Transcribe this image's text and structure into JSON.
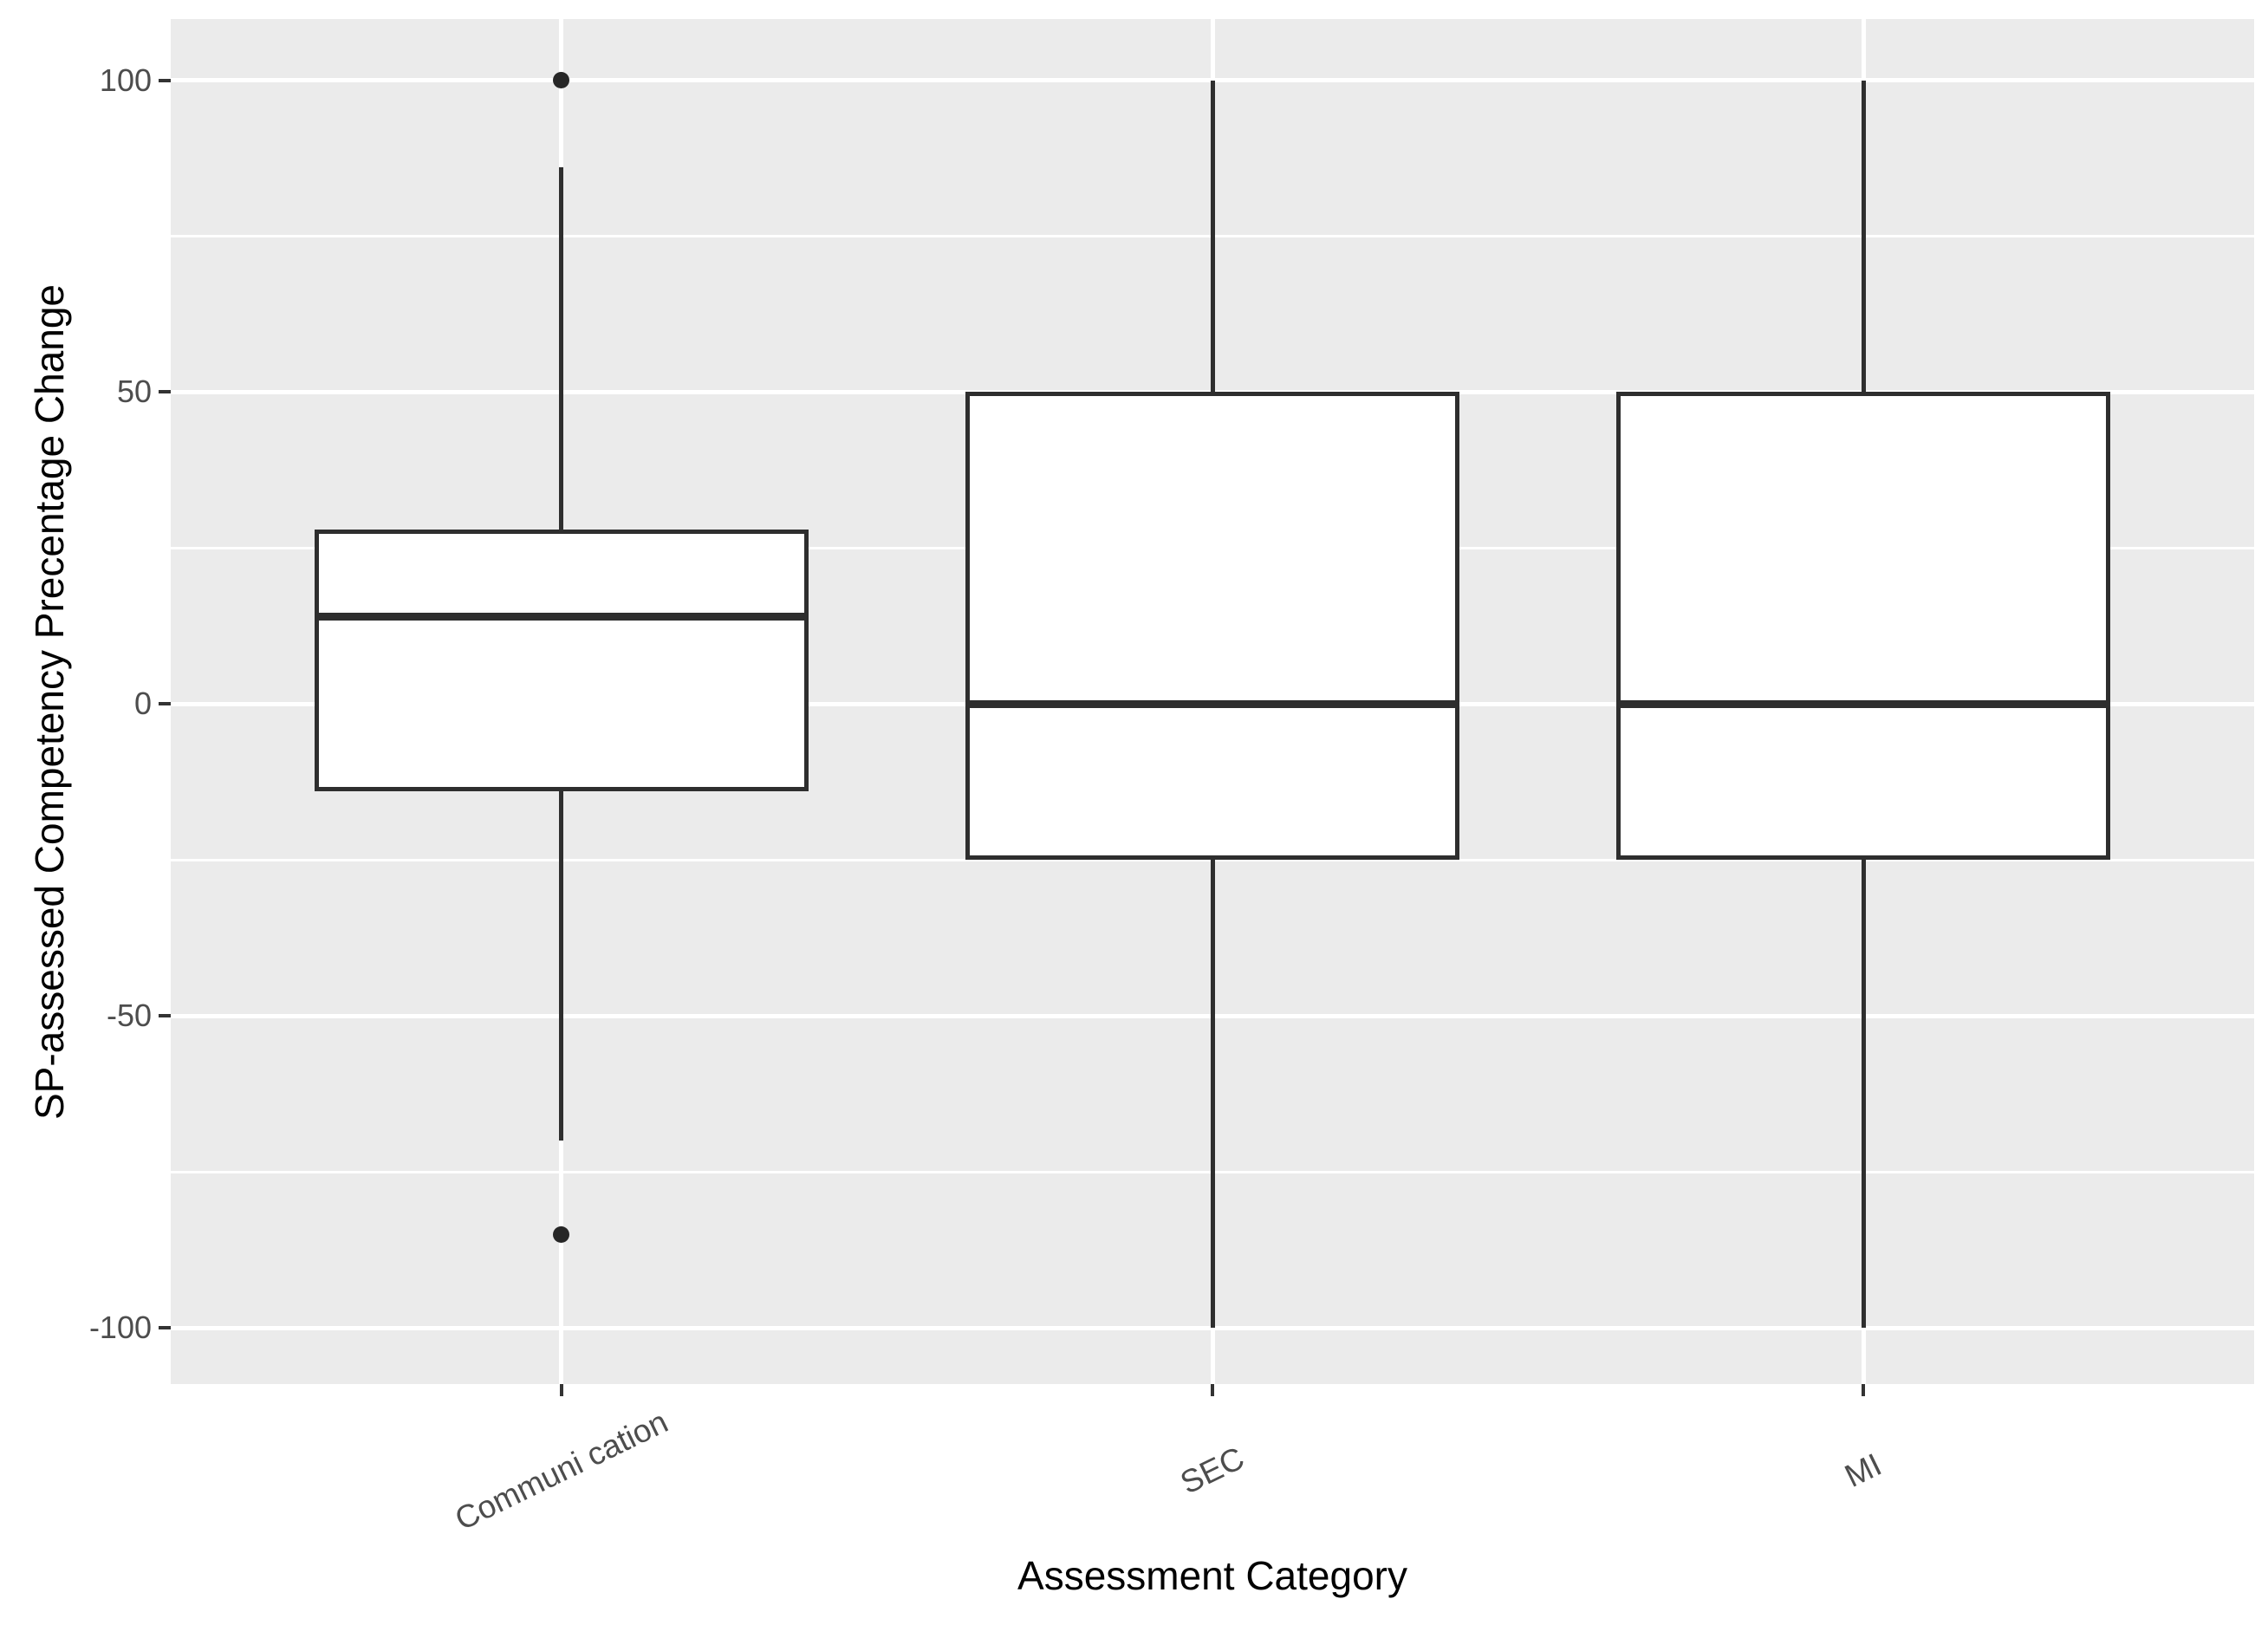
{
  "figure": {
    "background": "#FFFFFF",
    "panel_background": "#EBEBEB",
    "grid_color": "#FFFFFF",
    "box_border_color": "#2E2E2E",
    "box_fill": "#FFFFFF",
    "median_color": "#2E2E2E",
    "outlier_color": "#262626",
    "tick_mark_color": "#333333",
    "tick_label_color": "#4D4D4D",
    "axis_title_color": "#000000"
  },
  "chart_data": {
    "type": "boxplot",
    "title": "",
    "xlabel": "Assessment Category",
    "ylabel": "SP-assessed Competency Precentage Change",
    "categories": [
      "Communi cation",
      "SEC",
      "MI"
    ],
    "series": [
      {
        "name": "Communi cation",
        "q1": -14,
        "median": 14,
        "q3": 28,
        "whisker_low": -70,
        "whisker_high": 86,
        "outliers": [
          100,
          -85
        ]
      },
      {
        "name": "SEC",
        "q1": -25,
        "median": 0,
        "q3": 50,
        "whisker_low": -100,
        "whisker_high": 100,
        "outliers": []
      },
      {
        "name": "MI",
        "q1": -25,
        "median": 0,
        "q3": 50,
        "whisker_low": -100,
        "whisker_high": 100,
        "outliers": []
      }
    ],
    "y_major_ticks": [
      100,
      50,
      0,
      -50,
      -100
    ],
    "y_minor_ticks": [
      75,
      25,
      -25,
      -75
    ],
    "y_tick_labels": [
      "100",
      "50",
      "0",
      "-50",
      "-100"
    ],
    "ylim": [
      -109,
      109.8
    ],
    "x_positions": [
      1,
      2,
      3
    ],
    "xlim": [
      0.4,
      3.6
    ],
    "x_label_angle_deg": -26,
    "grid": true,
    "legend": "none"
  }
}
